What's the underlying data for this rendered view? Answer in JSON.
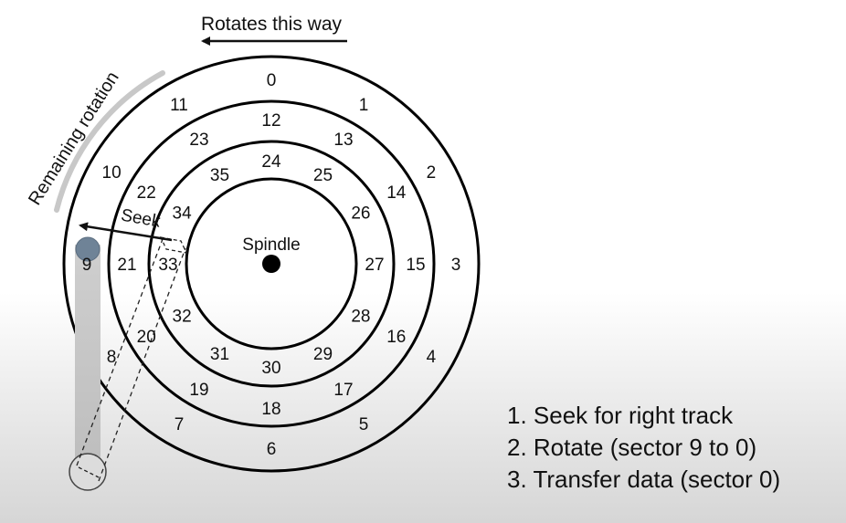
{
  "diagram": {
    "rotation_label": "Rotates this way",
    "remaining_label": "Remaining rotation",
    "seek_label": "Seek",
    "spindle_label": "Spindle",
    "outer_track": [
      "0",
      "1",
      "2",
      "3",
      "4",
      "5",
      "6",
      "7",
      "8",
      "9",
      "10",
      "11"
    ],
    "middle_track": [
      "12",
      "13",
      "14",
      "15",
      "16",
      "17",
      "18",
      "19",
      "20",
      "21",
      "22",
      "23"
    ],
    "inner_track": [
      "24",
      "25",
      "26",
      "27",
      "28",
      "29",
      "30",
      "31",
      "32",
      "33",
      "34",
      "35"
    ]
  },
  "steps": [
    "1. Seek for right track",
    "2. Rotate (sector 9 to 0)",
    "3. Transfer data (sector 0)"
  ]
}
